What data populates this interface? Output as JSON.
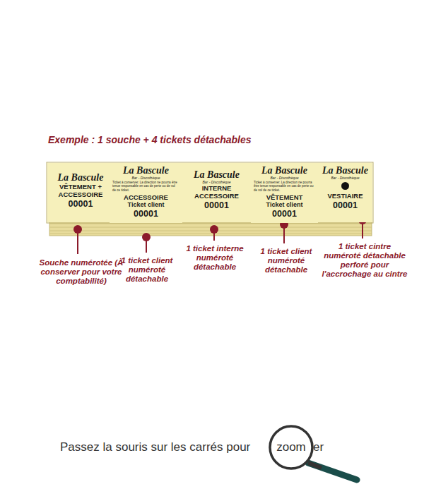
{
  "diagram": {
    "title": "Exemple : 1 souche + 4 tickets détachables",
    "nodes": [
      {
        "text": [
          "La Bascule",
          "VÊTEMENT + ACCESSOIRE",
          "00001"
        ]
      },
      {
        "text": [
          "La Bascule",
          "Bar - Discothèque",
          "Ticket à conserver. La direction ne pourra être tenue responsable en cas de perte ou de vol de ce ticket.",
          "ACCESSOIRE",
          "Ticket client",
          "00001"
        ]
      },
      {
        "text": [
          "La Bascule",
          "Bar - Discothèque",
          "INTERNE",
          "ACCESSOIRE",
          "00001"
        ]
      },
      {
        "text": [
          "La Bascule",
          "Bar - Discothèque",
          "Ticket à conserver. La direction ne pourra être tenue responsable en cas de perte ou de vol de ce ticket.",
          "VÊTEMENT",
          "Ticket client",
          "00001"
        ]
      },
      {
        "text": [
          "La Bascule",
          "Bar - Discothèque",
          "VESTIAIRE",
          "00001"
        ]
      }
    ],
    "labels": [
      "Souche numérotée (À conserver pour votre comptabilité)",
      "1 ticket client numéroté détachable",
      "1 ticket interne numéroté détachable",
      "1 ticket client numéroté détachable",
      "1 ticket cintre numéroté détachable perforé pour l'accrochage au cintre",
      "Passez la souris sur les carrés pour",
      "zoom",
      "er"
    ]
  }
}
